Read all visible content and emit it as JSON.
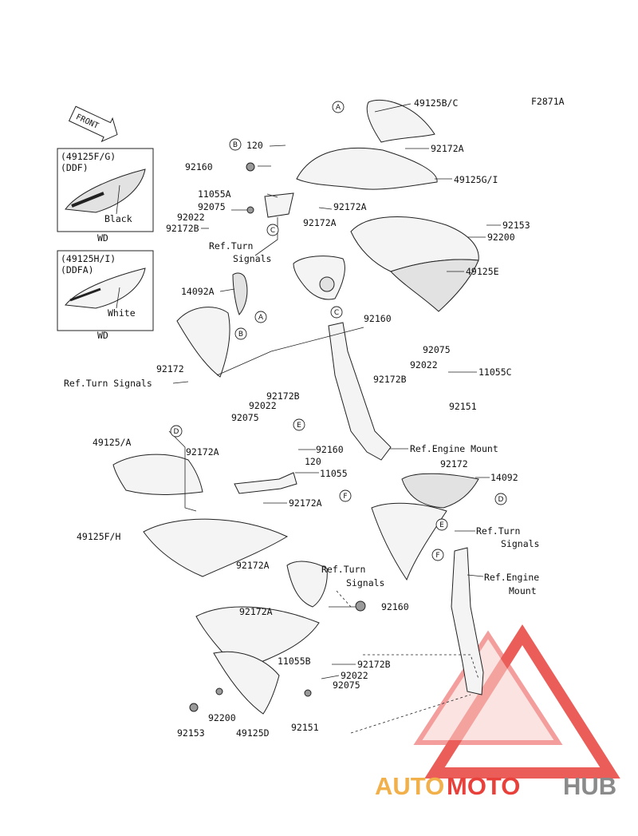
{
  "figure_code": "F2871A",
  "front_label": "FRONT",
  "colors": {
    "wm_orange": "#f2b04a",
    "wm_red": "#e8413c",
    "wm_gray": "#8a8a8a",
    "wm_fill": "#f7c8c4"
  },
  "insets": [
    {
      "title_1": "(49125F/G)",
      "title_2": "(DDF)",
      "color": "Black",
      "note": "WD"
    },
    {
      "title_1": "(49125H/I)",
      "title_2": "(DDFA)",
      "color": "White",
      "note": "WD"
    }
  ],
  "refs": [
    "A",
    "B",
    "C",
    "D",
    "E",
    "F"
  ],
  "part_labels": [
    "49125B/C",
    "92172A",
    "49125G/I",
    "120",
    "92160",
    "11055A",
    "92075",
    "92022",
    "92172B",
    "92172A",
    "92172A",
    "92153",
    "92200",
    "Ref.Turn",
    "Signals",
    "49125E",
    "14092A",
    "92160",
    "92075",
    "92022",
    "92172B",
    "11055C",
    "92151",
    "92172",
    "Ref.Turn Signals",
    "92172B",
    "92022",
    "92075",
    "92160",
    "120",
    "11055",
    "Ref.Engine Mount",
    "49125/A",
    "92172A",
    "92172A",
    "49125F/H",
    "92172",
    "14092",
    "Ref.Turn",
    "Signals",
    "Ref.Engine",
    "Mount",
    "92172A",
    "Ref.Turn",
    "Signals",
    "92172A",
    "92160",
    "11055B",
    "92172B",
    "92022",
    "92075",
    "92200",
    "92153",
    "92151",
    "49125D"
  ],
  "watermark": {
    "part1": "AUTO",
    "part2": "MOTO",
    "part3": "HUB"
  }
}
